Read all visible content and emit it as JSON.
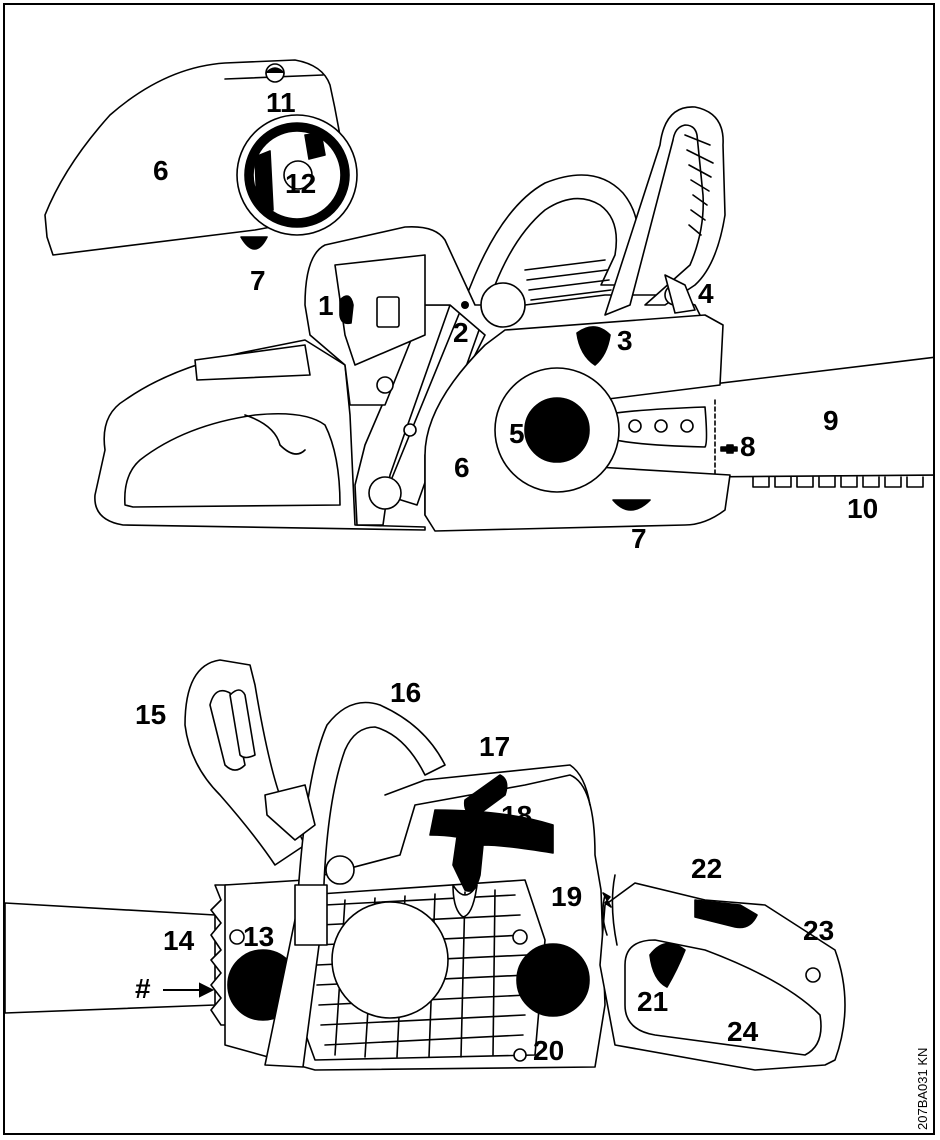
{
  "figure_code": "207BA031 KN",
  "callouts": {
    "c1": "1",
    "c2": "2",
    "c3": "3",
    "c4": "4",
    "c5": "5",
    "c6_cover": "6",
    "c6_main": "6",
    "c7_cover": "7",
    "c7_main": "7",
    "c8": "8",
    "c9": "9",
    "c10": "10",
    "c11": "11",
    "c12": "12",
    "c13": "13",
    "c14": "14",
    "c15": "15",
    "c16": "16",
    "c17": "17",
    "c18": "18",
    "c19": "19",
    "c20": "20",
    "c21": "21",
    "c22": "22",
    "c23": "23",
    "c24": "24",
    "hash": "#"
  },
  "colors": {
    "line": "#000000",
    "fill": "#ffffff"
  }
}
